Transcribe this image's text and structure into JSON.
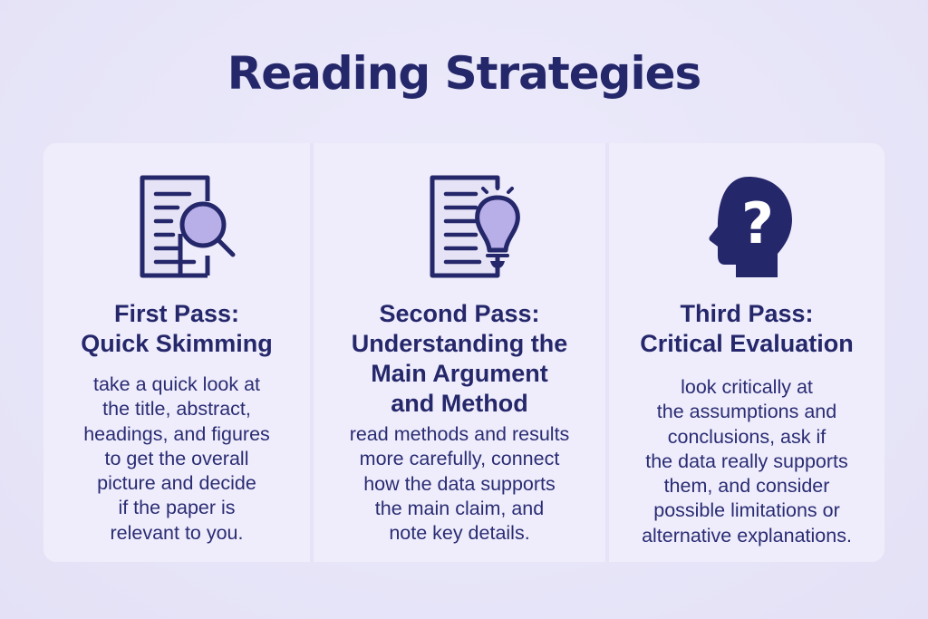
{
  "title": "Reading Strategies",
  "colors": {
    "navy": "#25276b",
    "accent": "#b8aee8",
    "card": "#efedfb",
    "background": "#e4e1f6"
  },
  "cards": [
    {
      "icon": "document-magnifier-icon",
      "heading": [
        "First Pass:",
        "Quick Skimming"
      ],
      "body": [
        "take a quick look at",
        "the title, abstract,",
        "headings, and figures",
        "to get the overall",
        "picture and decide",
        "if the paper is",
        "relevant to you."
      ]
    },
    {
      "icon": "document-lightbulb-icon",
      "heading": [
        "Second Pass:",
        "Understanding the",
        "Main Argument",
        "and Method"
      ],
      "body": [
        "read methods and results",
        "more carefully, connect",
        "how the data supports",
        "the main claim, and",
        "note key details."
      ]
    },
    {
      "icon": "head-question-icon",
      "heading": [
        "Third Pass:",
        "Critical Evaluation"
      ],
      "body": [
        "look critically at",
        "the assumptions and",
        "conclusions, ask if",
        "the data really supports",
        "them, and consider",
        "possible limitations or",
        "alternative explanations."
      ]
    }
  ]
}
